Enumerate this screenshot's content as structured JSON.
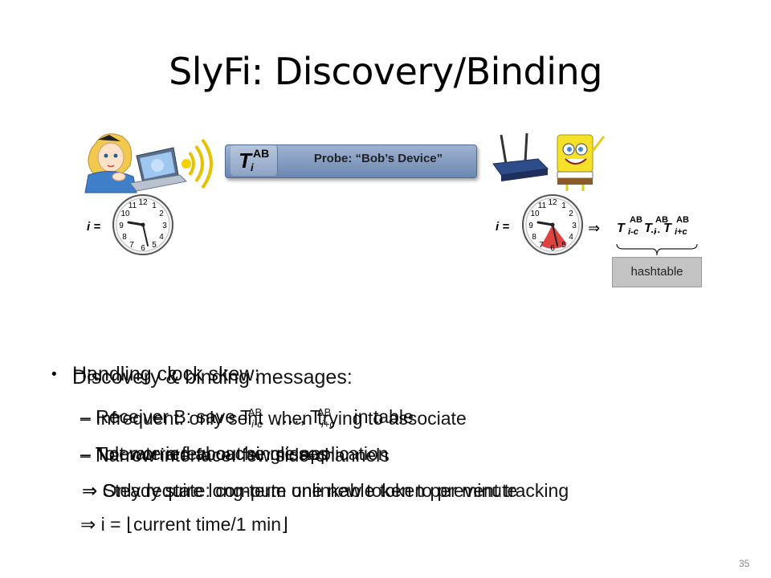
{
  "slide": {
    "title": "SlyFi: Discovery/Binding",
    "slide_number": "35"
  },
  "probe_message": {
    "token_T": "T",
    "token_sub": "i",
    "token_sup": "AB",
    "probe_text": "Probe: “Bob’s Device”"
  },
  "left_side": {
    "i_label": "i ="
  },
  "right_side": {
    "i_label": "i =",
    "arrow": "⇒",
    "tokens": [
      {
        "T": "T",
        "sub": "i-c",
        "sup": "AB"
      },
      {
        "T": "T",
        "sub": "i",
        "sup": "AB"
      },
      {
        "T": "T",
        "sub": "i+c",
        "sup": "AB"
      }
    ],
    "ellipsis": "…",
    "hashtable_label": "hashtable"
  },
  "bullets": {
    "layer_a": {
      "heading": "Handling clock skew:",
      "items": [
        "– Receiver B: save T",
        "– Not worried about single application",
        "⇒ i = ⌊current time/1 min⌋"
      ],
      "item1_sub": "i-c",
      "item1_sup": "AB",
      "item1_mid": ",…, T",
      "item1_sub2": "i+c",
      "item1_sup2": "AB",
      "item1_tail": " in table"
    },
    "layer_b": {
      "heading": "Discovery & binding messages:",
      "items": [
        "– Infrequent: only sent when trying to associate",
        "– Narrow interface: few side-channels",
        "⇒ Only require long-term unlinkable token per minute"
      ]
    },
    "layer_c": {
      "items": [
        "– Tolerate a few cache misses",
        "⇒ Steady state: compute one new token to prevent tracking"
      ]
    }
  },
  "clocks": {
    "left_numbers": [
      "12",
      "1",
      "2",
      "3",
      "4",
      "5",
      "6",
      "7",
      "8",
      "9",
      "10",
      "11"
    ],
    "right_numbers": [
      "12",
      "1",
      "2",
      "3",
      "4",
      "5",
      "6",
      "7",
      "8",
      "9",
      "10",
      "11"
    ]
  },
  "colors": {
    "pill_blue": "#7d95bb",
    "hashtable_gray": "#c4c4c4",
    "clock_red": "#d9302c"
  }
}
